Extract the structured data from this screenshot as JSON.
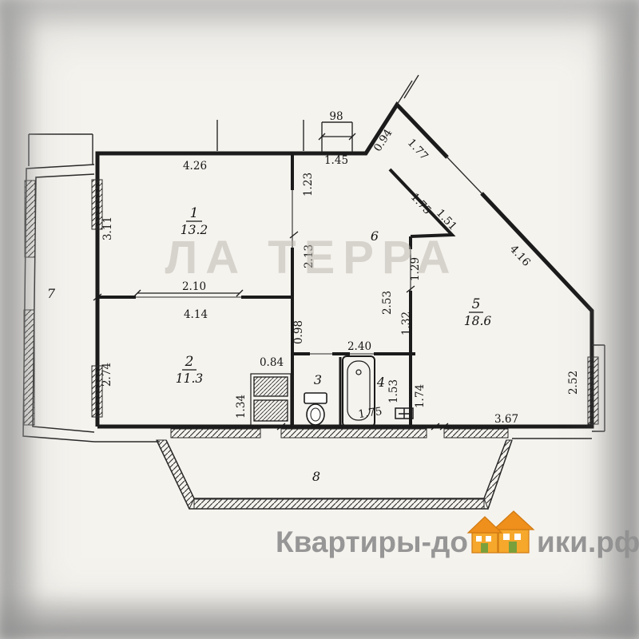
{
  "colors": {
    "ink": "#1b1b1b",
    "paper": "#f5f3ee",
    "watermark_gray": "#b8b4ab",
    "footer_gray": "#929292",
    "house_orange": "#f6a82c",
    "house_roof_orange": "#ef8f1c",
    "house_green": "#7aa03c"
  },
  "watermark_center": "ЛА ТЕРРА",
  "footer": {
    "prefix": "Квартиры-до",
    "suffix": "ики.рф"
  },
  "rooms": {
    "r1": {
      "number": "1",
      "area": "13.2"
    },
    "r2": {
      "number": "2",
      "area": "11.3"
    },
    "r3": {
      "number": "3"
    },
    "r4": {
      "number": "4"
    },
    "r5": {
      "number": "5",
      "area": "18.6"
    },
    "r6": {
      "number": "6"
    },
    "r7": {
      "number": "7"
    },
    "r8": {
      "number": "8"
    }
  },
  "dims": {
    "top_shaft": "98",
    "room1_top": "4.26",
    "hall_top": "1.45",
    "diag_a": "0.94",
    "diag_b": "1.77",
    "hall_left_a": "1.23",
    "room1_left": "3.11",
    "entry_a": "1.75",
    "entry_b": "1.51",
    "hall_left_b": "2.13",
    "diag_main": "4.16",
    "room5_left_a": "1.29",
    "room1_bottom": "2.10",
    "room2_top": "4.14",
    "hall_right_a": "2.53",
    "room5_left_b": "1.32",
    "room2_left": "2.74",
    "hall_bottom": "0.98",
    "bath_top": "2.40",
    "closet_top": "0.84",
    "closet_left": "1.34",
    "bath_right": "1.53",
    "bath_bottom": "1.75",
    "room4_right": "1.74",
    "room5_right": "2.52",
    "bottom_right": "3.67"
  }
}
